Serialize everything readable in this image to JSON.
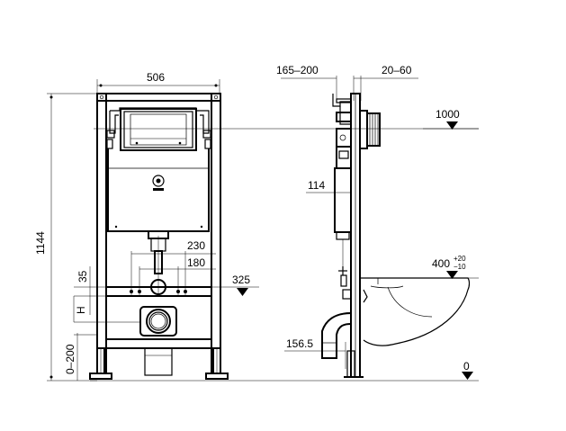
{
  "front_view": {
    "width_label": "506",
    "height_label": "1144",
    "dim_230": "230",
    "dim_180": "180",
    "dim_35": "35",
    "dim_h": "H",
    "dim_0_200": "0–200",
    "dim_325": "325"
  },
  "side_view": {
    "dim_165_200": "165–200",
    "dim_20_60": "20–60",
    "dim_1000": "1000",
    "dim_114": "114",
    "dim_400": "400",
    "dim_400_tol_upper": "+20",
    "dim_400_tol_lower": "−10",
    "dim_156_5": "156.5",
    "dim_0": "0"
  }
}
